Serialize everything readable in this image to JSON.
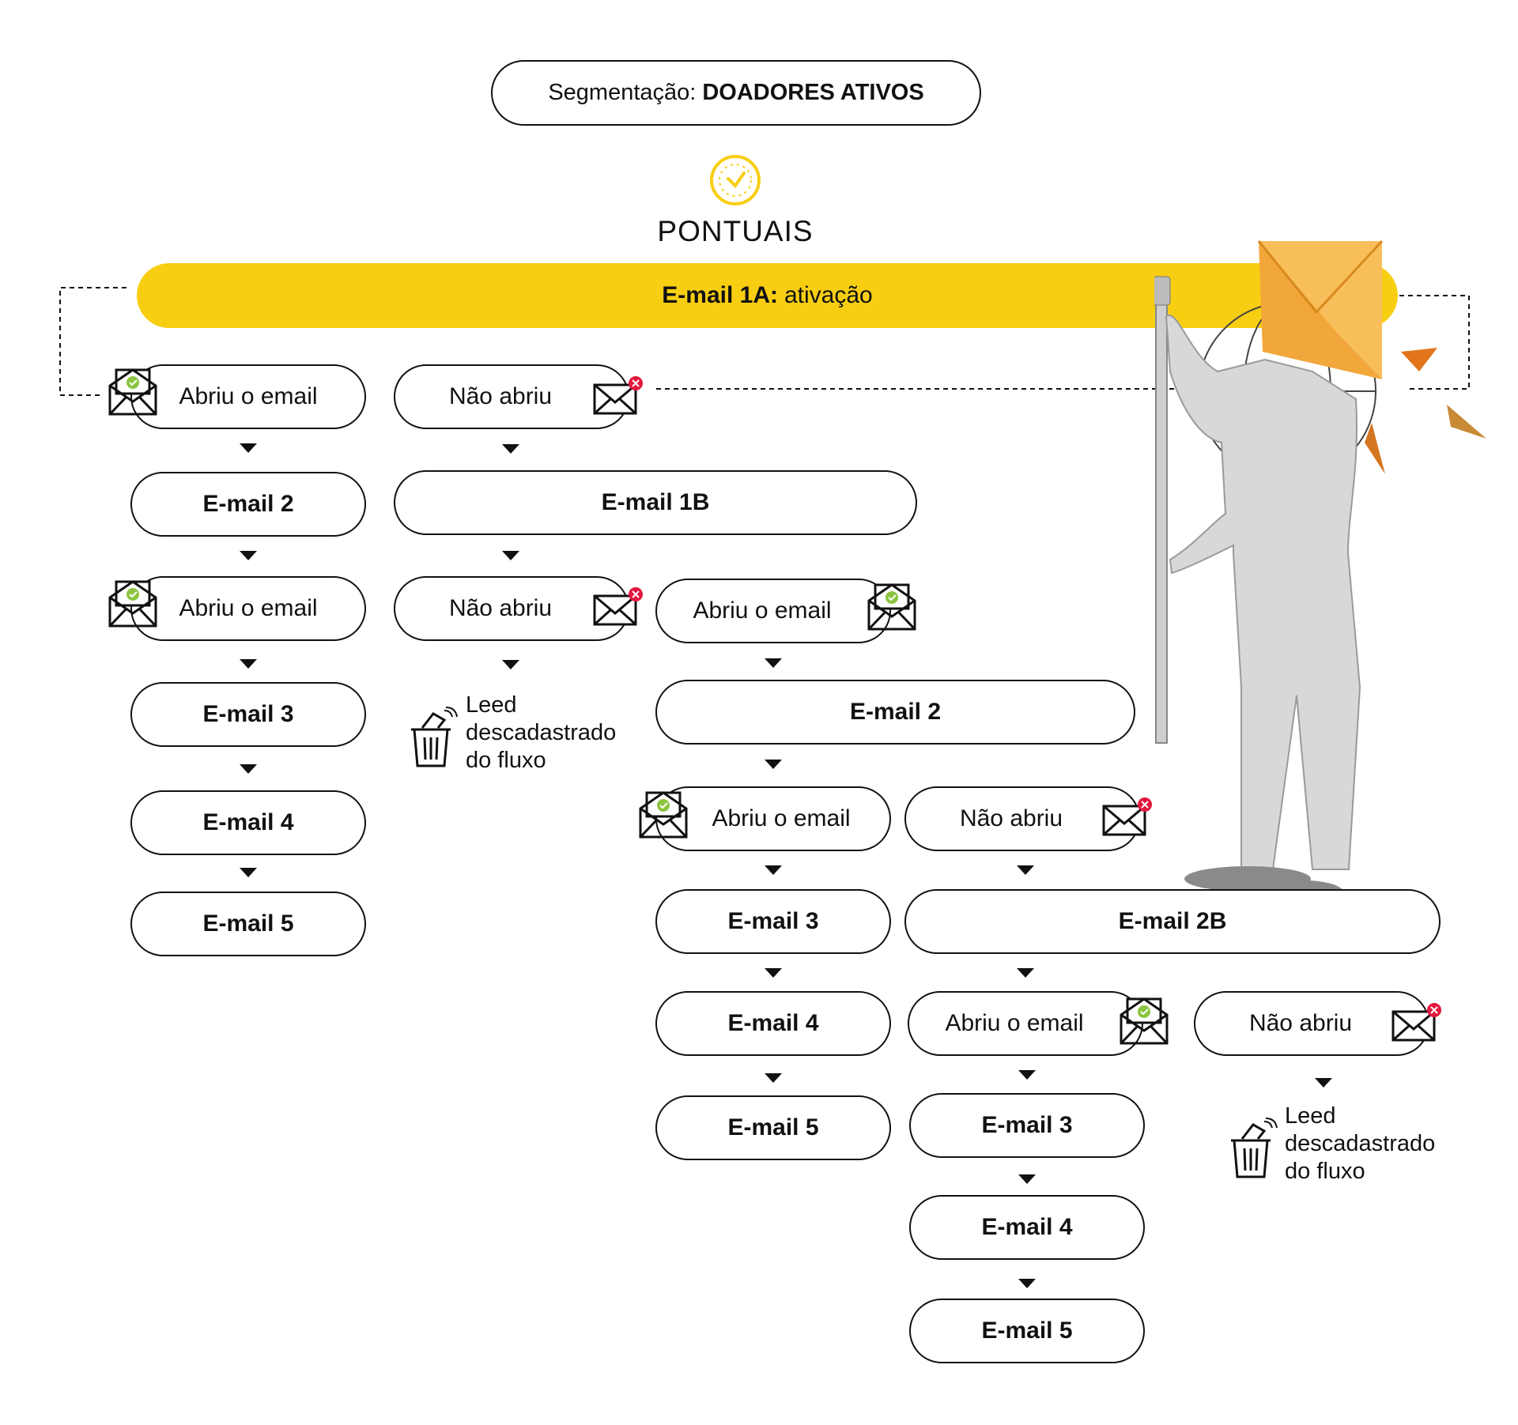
{
  "header": {
    "segment_prefix": "Segmentação:",
    "segment_value": "DOADORES ATIVOS",
    "section_title": "PONTUAIS"
  },
  "colors": {
    "accent": "#F8CE12",
    "stroke": "#111111",
    "success": "#8BC53F",
    "error": "#E3173E",
    "envelope": "#F2A73B"
  },
  "flow": {
    "email_1a": {
      "label": "E-mail 1A:",
      "suffix": "ativação"
    },
    "opened": "Abriu o email",
    "not_opened": "Não abriu",
    "email_1b": "E-mail 1B",
    "email_2": "E-mail 2",
    "email_2b": "E-mail 2B",
    "email_3": "E-mail 3",
    "email_4": "E-mail 4",
    "email_5": "E-mail 5",
    "unsubscribed": {
      "line1": "Leed",
      "line2": "descadastrado",
      "line3": "do fluxo"
    }
  },
  "icons": {
    "clock": "clock-icon",
    "envelope_opened": "envelope-check-icon",
    "envelope_closed": "envelope-x-icon",
    "trash": "trash-icon",
    "illustration": "person-envelope-head-illustration"
  }
}
